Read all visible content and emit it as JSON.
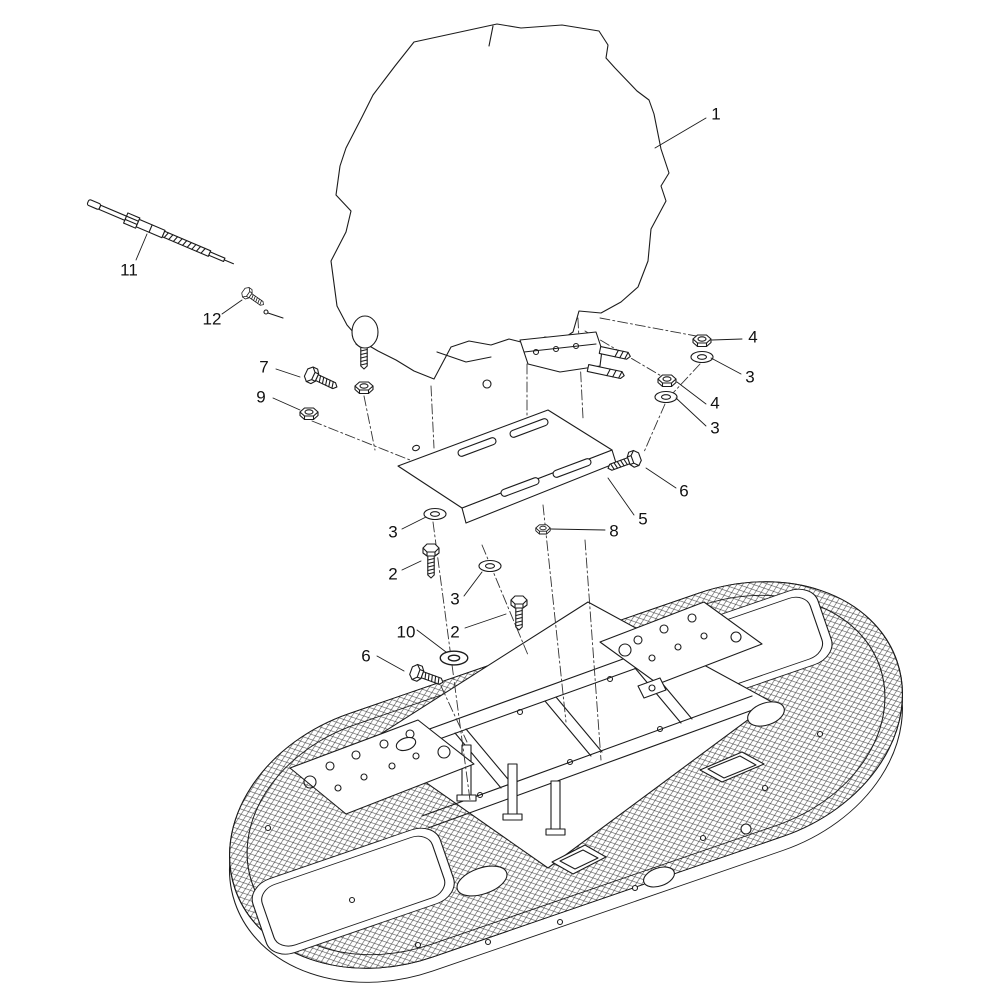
{
  "figure": {
    "type": "exploded-parts-diagram",
    "background_color": "#ffffff",
    "line_color": "#1c1c1c"
  },
  "callouts": [
    {
      "label": "1"
    },
    {
      "label": "11"
    },
    {
      "label": "12"
    },
    {
      "label": "7"
    },
    {
      "label": "9"
    },
    {
      "label": "4"
    },
    {
      "label": "3"
    },
    {
      "label": "4"
    },
    {
      "label": "3"
    },
    {
      "label": "6"
    },
    {
      "label": "5"
    },
    {
      "label": "8"
    },
    {
      "label": "3"
    },
    {
      "label": "2"
    },
    {
      "label": "3"
    },
    {
      "label": "2"
    },
    {
      "label": "10"
    },
    {
      "label": "6"
    }
  ]
}
